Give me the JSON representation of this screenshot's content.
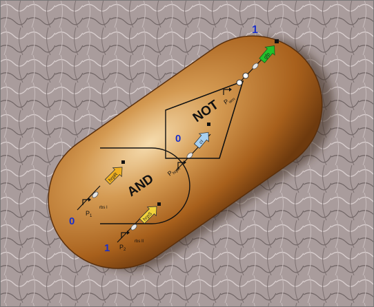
{
  "gates": {
    "and": "AND",
    "not": "NOT"
  },
  "signals": {
    "input1": "0",
    "input2": "1",
    "intermediate": "0",
    "output": "1"
  },
  "promoters": {
    "p1_base": "P",
    "p1_sub": "1",
    "p2_base": "P",
    "p2_sub": "2",
    "phrpr_base": "P",
    "phrpr_sub": "hrpR",
    "pwrn_base": "P",
    "pwrn_sub": "wrn"
  },
  "rbs": {
    "rbs1": "rbs I",
    "rbs2": "rbs II"
  },
  "genes": {
    "hrps": "hrpS",
    "hrpr": "hrpR",
    "ci": "cI",
    "gfp": "gfp"
  },
  "colors": {
    "cell": "#b86a1e",
    "cell_highlight": "#f0d09a",
    "background": "#a89a9a",
    "hrps": "#f0b020",
    "hrpr": "#f2d23a",
    "ci": "#a8d0f0",
    "gfp": "#22c02a",
    "signal_blue": "#1a2fc8"
  }
}
